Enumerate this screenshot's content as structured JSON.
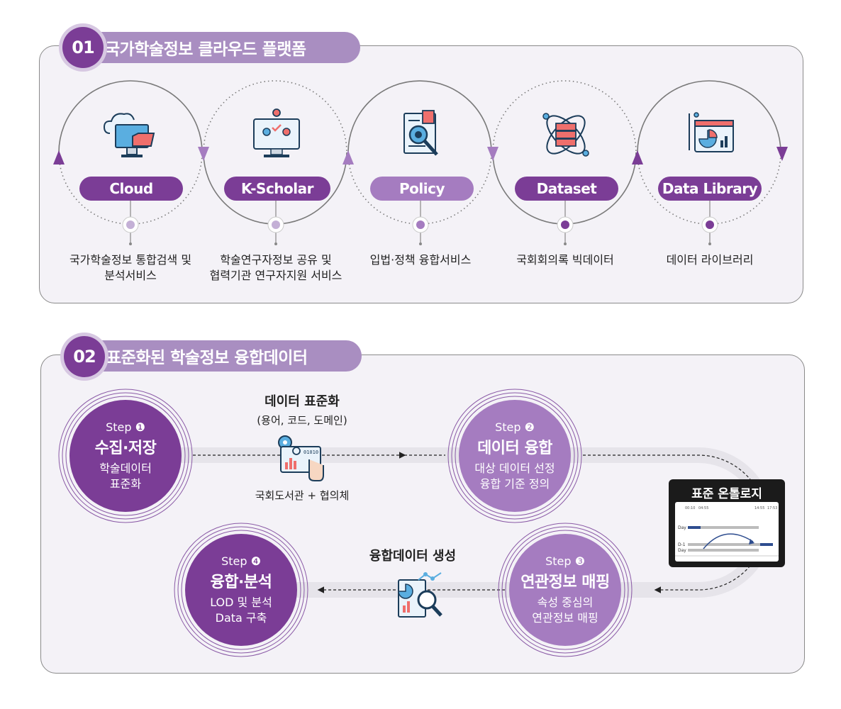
{
  "section1": {
    "number": "01",
    "title": "국가학술정보 클라우드 플랫폼",
    "items": [
      {
        "label": "Cloud",
        "desc": [
          "국가학술정보 통합검색 및",
          "분석서비스"
        ],
        "color": "#7b3d96"
      },
      {
        "label": "K-Scholar",
        "desc": [
          "학술연구자정보 공유 및",
          "협력기관 연구자지원 서비스"
        ],
        "color": "#7b3d96"
      },
      {
        "label": "Policy",
        "desc": [
          "입법·정책 융합서비스"
        ],
        "color": "#a57cc0"
      },
      {
        "label": "Dataset",
        "desc": [
          "국회회의록 빅데이터"
        ],
        "color": "#7b3d96"
      },
      {
        "label": "Data Library",
        "desc": [
          "데이터 라이브러리"
        ],
        "color": "#7b3d96"
      }
    ]
  },
  "section2": {
    "number": "02",
    "title": "표준화된 학술정보 융합데이터",
    "standardize": {
      "title": "데이터 표준화",
      "sub": "(용어, 코드, 도메인)",
      "caption": "국회도서관 + 협의체"
    },
    "fusion_gen": {
      "title": "융합데이터 생성"
    },
    "ontology": {
      "title": "표준 온톨로지",
      "ticks": [
        "00:10",
        "04:55",
        "14:55",
        "17:53"
      ],
      "rows": [
        "Day",
        "D-1",
        "Day"
      ]
    },
    "steps": [
      {
        "label": "Step ❶",
        "title": "수집·저장",
        "sub": [
          "학술데이터",
          "표준화"
        ]
      },
      {
        "label": "Step ❷",
        "title": "데이터 융합",
        "sub": [
          "대상 데이터 선정",
          "융합 기준 정의"
        ]
      },
      {
        "label": "Step ❸",
        "title": "연관정보 매핑",
        "sub": [
          "속성 중심의",
          "연관정보 매핑"
        ]
      },
      {
        "label": "Step ❹",
        "title": "융합·분석",
        "sub": [
          "LOD 및 분석",
          "Data 구축"
        ]
      }
    ]
  },
  "colors": {
    "purple_dark": "#7b3d96",
    "purple_mid": "#a57cc0",
    "purple_light": "#a98ec1",
    "panel_bg": "#f4f2f7"
  }
}
